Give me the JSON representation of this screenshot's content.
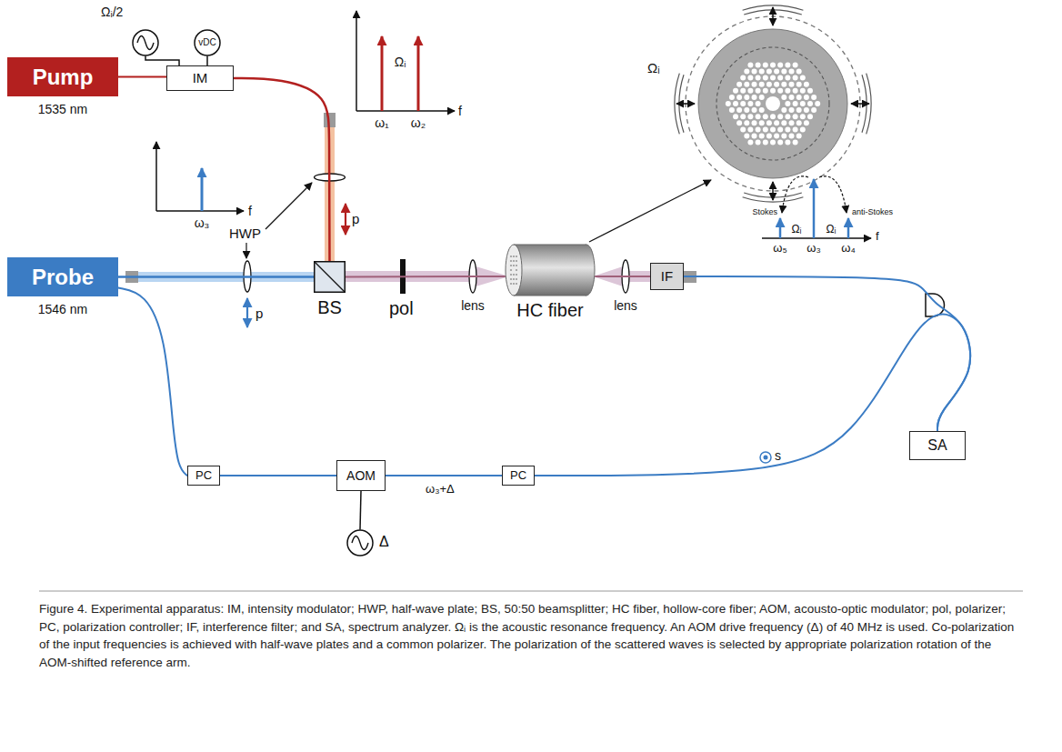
{
  "diagram": {
    "caption": "Figure 4. Experimental apparatus: IM, intensity modulator; HWP, half-wave plate; BS, 50:50 beamsplitter; HC fiber, hollow-core fiber; AOM, acousto-optic modulator; pol, polarizer; PC, polarization controller; IF, interference filter; and SA, spectrum analyzer. Ωᵢ is the acoustic resonance frequency. An AOM drive frequency (Δ) of 40 MHz is used. Co-polarization of the input frequencies is achieved with half-wave plates and a common polarizer. The polarization of the scattered waves is selected by appropriate polarization rotation of the AOM-shifted reference arm.",
    "nodes": [
      {
        "text": [
          "Pump",
          "1535 nm"
        ]
      },
      {
        "text": [
          "Ωᵢ/2"
        ]
      },
      {
        "text": [
          "vDC"
        ]
      },
      {
        "text": [
          "IM"
        ]
      },
      {
        "text": [
          "Probe",
          "1546 nm"
        ]
      },
      {
        "text": [
          "BS"
        ]
      },
      {
        "text": [
          "HC fiber"
        ]
      },
      {
        "text": [
          "IF"
        ]
      },
      {
        "text": [
          "SA"
        ]
      },
      {
        "text": [
          "PC"
        ]
      },
      {
        "text": [
          "AOM"
        ]
      },
      {
        "text": [
          "PC"
        ]
      },
      {
        "text": [
          "Δ"
        ]
      }
    ],
    "edges": [
      {
        "from": 0,
        "to": 3,
        "arrow": "none"
      },
      {
        "from": 1,
        "to": 3,
        "arrow": "none"
      },
      {
        "from": 2,
        "to": 3,
        "arrow": "none"
      },
      {
        "from": 3,
        "to": 5,
        "arrow": "none"
      },
      {
        "from": 4,
        "to": 5,
        "arrow": "none"
      },
      {
        "from": 5,
        "to": 6,
        "arrow": "none"
      },
      {
        "from": 6,
        "to": 7,
        "arrow": "none"
      },
      {
        "from": 7,
        "to": 8,
        "arrow": "none"
      },
      {
        "from": 4,
        "to": 9,
        "arrow": "none"
      },
      {
        "from": 9,
        "to": 10,
        "arrow": "none"
      },
      {
        "from": 10,
        "to": 11,
        "arrow": "none"
      },
      {
        "from": 11,
        "to": 8,
        "arrow": "none"
      },
      {
        "from": 12,
        "to": 10,
        "arrow": "none"
      }
    ],
    "labels": [
      "Ωᵢ",
      "ω₁",
      "ω₂",
      "f",
      "ω₃",
      "f",
      "HWP",
      "p",
      "p",
      "pol",
      "lens",
      "lens",
      "Ωᵢ",
      "Stokes",
      "Ωᵢ",
      "Ωᵢ",
      "anti-Stokes",
      "ω₅",
      "ω₃",
      "ω₄",
      "f",
      "ω₃+Δ",
      "s"
    ]
  }
}
